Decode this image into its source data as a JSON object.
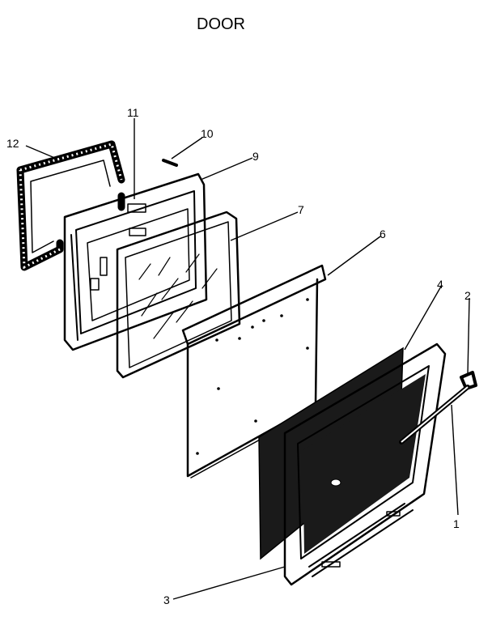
{
  "title": "DOOR",
  "callouts": {
    "c1": "1",
    "c2": "2",
    "c3": "3",
    "c4": "4",
    "c6": "6",
    "c7": "7",
    "c9": "9",
    "c10": "10",
    "c11": "11",
    "c12": "12"
  },
  "colors": {
    "ink": "#000000",
    "background": "#ffffff",
    "insulation": "#1a1a1a"
  }
}
